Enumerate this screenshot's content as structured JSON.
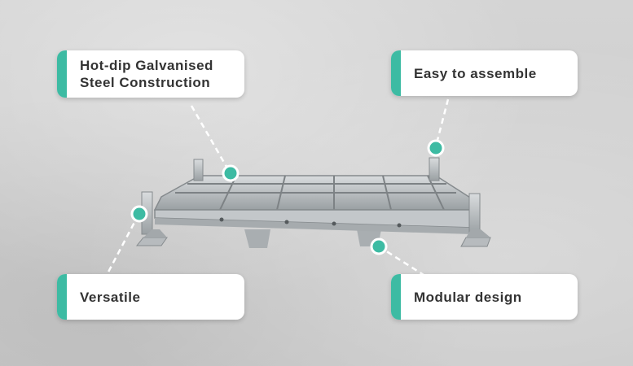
{
  "colors": {
    "accent": "#3dbba3",
    "card_bg": "#ffffff",
    "text": "#333333",
    "metal": "#b9bdc0",
    "metal_dark": "#8e9396"
  },
  "callouts": [
    {
      "id": "galvanised",
      "label": "Hot-dip Galvanised\nSteel Construction"
    },
    {
      "id": "assemble",
      "label": "Easy to assemble"
    },
    {
      "id": "versatile",
      "label": "Versatile"
    },
    {
      "id": "modular",
      "label": "Modular design"
    }
  ],
  "image": {
    "subject": "stillage-rack-illustration"
  }
}
